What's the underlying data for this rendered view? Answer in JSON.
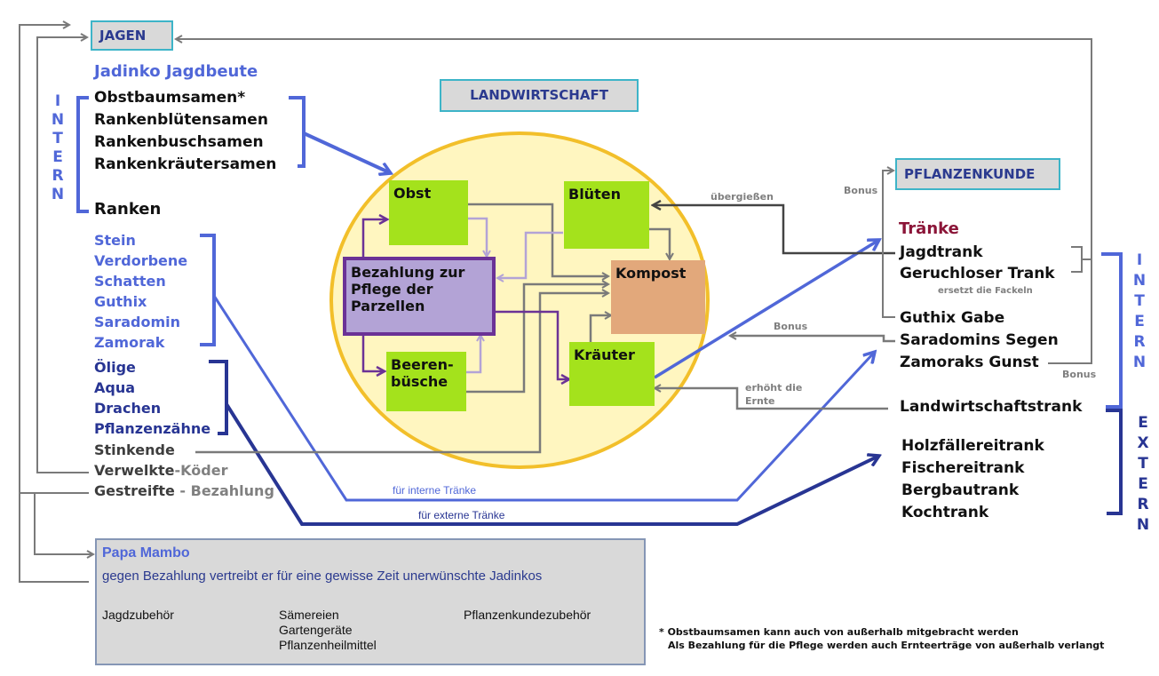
{
  "sections": {
    "jagen": "JAGEN",
    "landwirtschaft": "LANDWIRTSCHAFT",
    "pflanzenkunde": "PFLANZENKUNDE"
  },
  "jagdbeute": {
    "title": "Jadinko Jagdbeute",
    "seeds": [
      "Obstbaumsamen*",
      "Rankenblütensamen",
      "Rankenbuschsamen",
      "Rankenkräutersamen"
    ],
    "ranken": "Ranken",
    "intern_group": [
      "Stein",
      "Verdorbene",
      "Schatten",
      "Guthix",
      "Saradomin",
      "Zamorak"
    ],
    "extern_group": [
      "Ölige",
      "Aqua",
      "Drachen",
      "Pflanzenzähne"
    ],
    "stinkende": "Stinkende",
    "verwelkte": "Verwelkte",
    "koeder": "-Köder",
    "gestreifte": "Gestreifte",
    "bezahlung": "- Bezahlung"
  },
  "left_vertical_label": [
    "I",
    "N",
    "T",
    "E",
    "R",
    "N"
  ],
  "farm": {
    "obst": "Obst",
    "blueten": "Blüten",
    "kompost": "Kompost",
    "kraeuter": "Kräuter",
    "beeren": [
      "Beeren-",
      "büsche"
    ],
    "payment": [
      "Bezahlung zur",
      "Pflege der",
      "Parzellen"
    ]
  },
  "edge_labels": {
    "uebergiessen": "übergießen",
    "bonus_top": "Bonus",
    "bonus_mid": "Bonus",
    "bonus_right": "Bonus",
    "erhoeht": [
      "erhöht die",
      "Ernte"
    ],
    "ersetzt": "ersetzt die Fackeln",
    "fuer_interne": "für interne Tränke",
    "fuer_externe": "für externe Tränke"
  },
  "traenke": {
    "title": "Tränke",
    "hunt": [
      "Jagdtrank",
      "Geruchloser Trank"
    ],
    "gods": [
      "Guthix Gabe",
      "Saradomins Segen",
      "Zamoraks Gunst"
    ],
    "landwirtschaft": "Landwirtschaftstrank",
    "extern": [
      "Holzfällereitrank",
      "Fischereitrank",
      "Bergbautrank",
      "Kochtrank"
    ]
  },
  "right_intern_label": [
    "I",
    "N",
    "T",
    "E",
    "R",
    "N"
  ],
  "right_extern_label": [
    "E",
    "X",
    "T",
    "E",
    "R",
    "N"
  ],
  "papa_mambo": {
    "title": "Papa Mambo",
    "description": "gegen Bezahlung vertreibt er für eine gewisse Zeit unerwünschte Jadinkos",
    "col1": [
      "Jagdzubehör"
    ],
    "col2": [
      "Sämereien",
      "Gartengeräte",
      "Pflanzenheilmittel"
    ],
    "col3": [
      "Pflanzenkundezubehör"
    ]
  },
  "footnotes": [
    "* Obstbaumsamen kann auch von außerhalb mitgebracht werden",
    "Als Bezahlung für die Pflege werden auch Ernteerträge von außerhalb verlangt"
  ],
  "colors": {
    "intern_blue": "#5067d8",
    "extern_navy": "#283593",
    "connector_gray": "#7a7a7a",
    "node_green": "#a4e21c",
    "payment_purple": "#6b3296",
    "kompost_orange": "#e2a87b",
    "circle_fill": "#fff6c0",
    "circle_stroke": "#f2bf2a",
    "traenke_red": "#8b1538"
  }
}
